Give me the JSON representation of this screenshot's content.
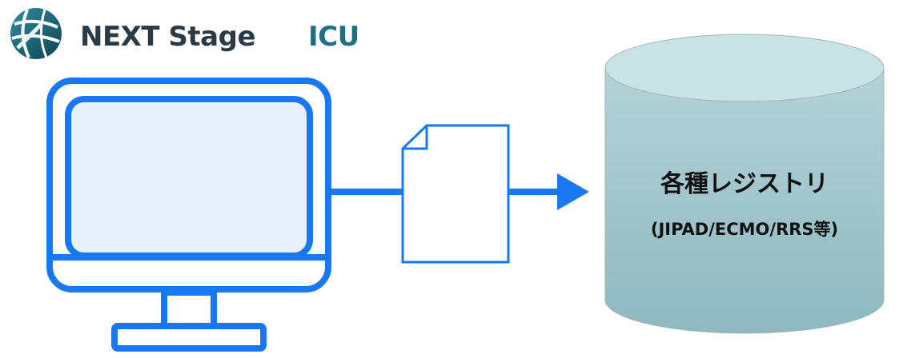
{
  "logo": {
    "brand_main": "NEXT Stage",
    "brand_accent": "ICU",
    "icon": "globe-logo-icon"
  },
  "registry": {
    "title": "各種レジストリ",
    "subtitle": "(JIPAD/ECMO/RRS等)"
  },
  "icons": {
    "computer": "monitor-icon",
    "document": "document-icon",
    "arrow": "arrow-right-icon",
    "database": "database-cylinder-icon"
  },
  "colors": {
    "accent_blue": "#1877f2",
    "screen_fill": "#e8f1fb",
    "db_fill": "#a3c6cd",
    "db_top": "#c6e0e4",
    "brand_dark": "#2b3b45",
    "brand_accent": "#1f6f86"
  }
}
